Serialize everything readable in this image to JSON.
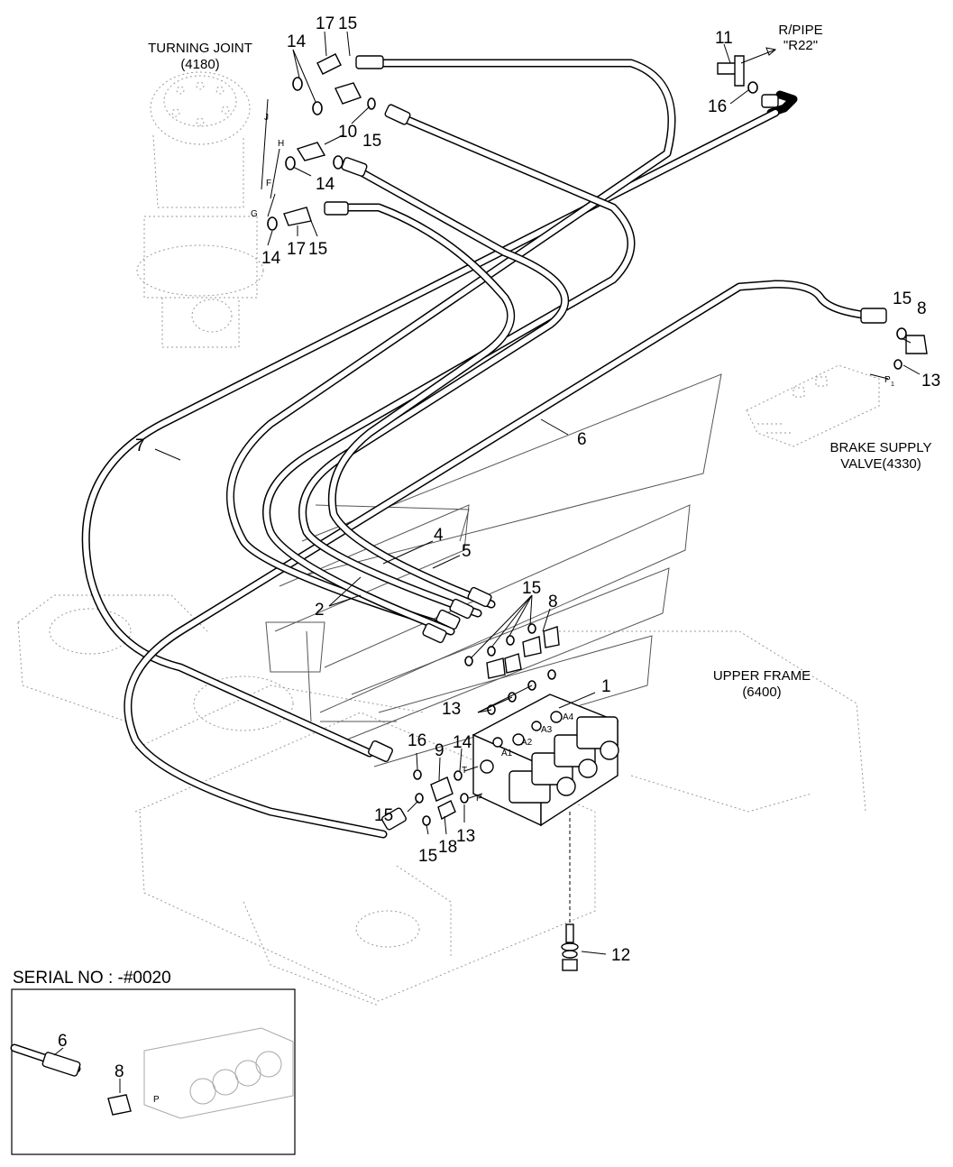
{
  "diagram": {
    "components": {
      "turning_joint": [
        "TURNING JOINT",
        "(4180)"
      ],
      "r_pipe": [
        "R/PIPE",
        "\"R22\""
      ],
      "brake_supply_valve": [
        "BRAKE SUPPLY",
        "VALVE(4330)"
      ],
      "upper_frame": [
        "UPPER FRAME",
        "(6400)"
      ]
    },
    "callouts": {
      "c17a": "17",
      "c15a": "15",
      "c14a": "14",
      "c10": "10",
      "c15b": "15",
      "c14b": "14",
      "c14c": "14",
      "c17b": "17",
      "c15c": "15",
      "c11": "11",
      "c16a": "16",
      "c15d": "15",
      "c8a": "8",
      "c13a": "13",
      "c7": "7",
      "c6": "6",
      "c4": "4",
      "c5": "5",
      "c2": "2",
      "c15e": "15",
      "c8b": "8",
      "c13b": "13",
      "c1": "1",
      "c16b": "16",
      "c9": "9",
      "c14d": "14",
      "c15f": "15",
      "c15g": "15",
      "c18": "18",
      "c13c": "13",
      "c12": "12"
    },
    "port_labels": {
      "J": "J",
      "H": "H",
      "F": "F",
      "G": "G",
      "P1": "P",
      "P1_sub": "1",
      "A1": "A1",
      "A2": "A2",
      "A3": "A3",
      "A4": "A4",
      "T": "T",
      "P": "P"
    },
    "inset": {
      "title": "SERIAL NO : -#0020",
      "callout_6": "6",
      "callout_8": "8",
      "port_P": "P"
    }
  }
}
